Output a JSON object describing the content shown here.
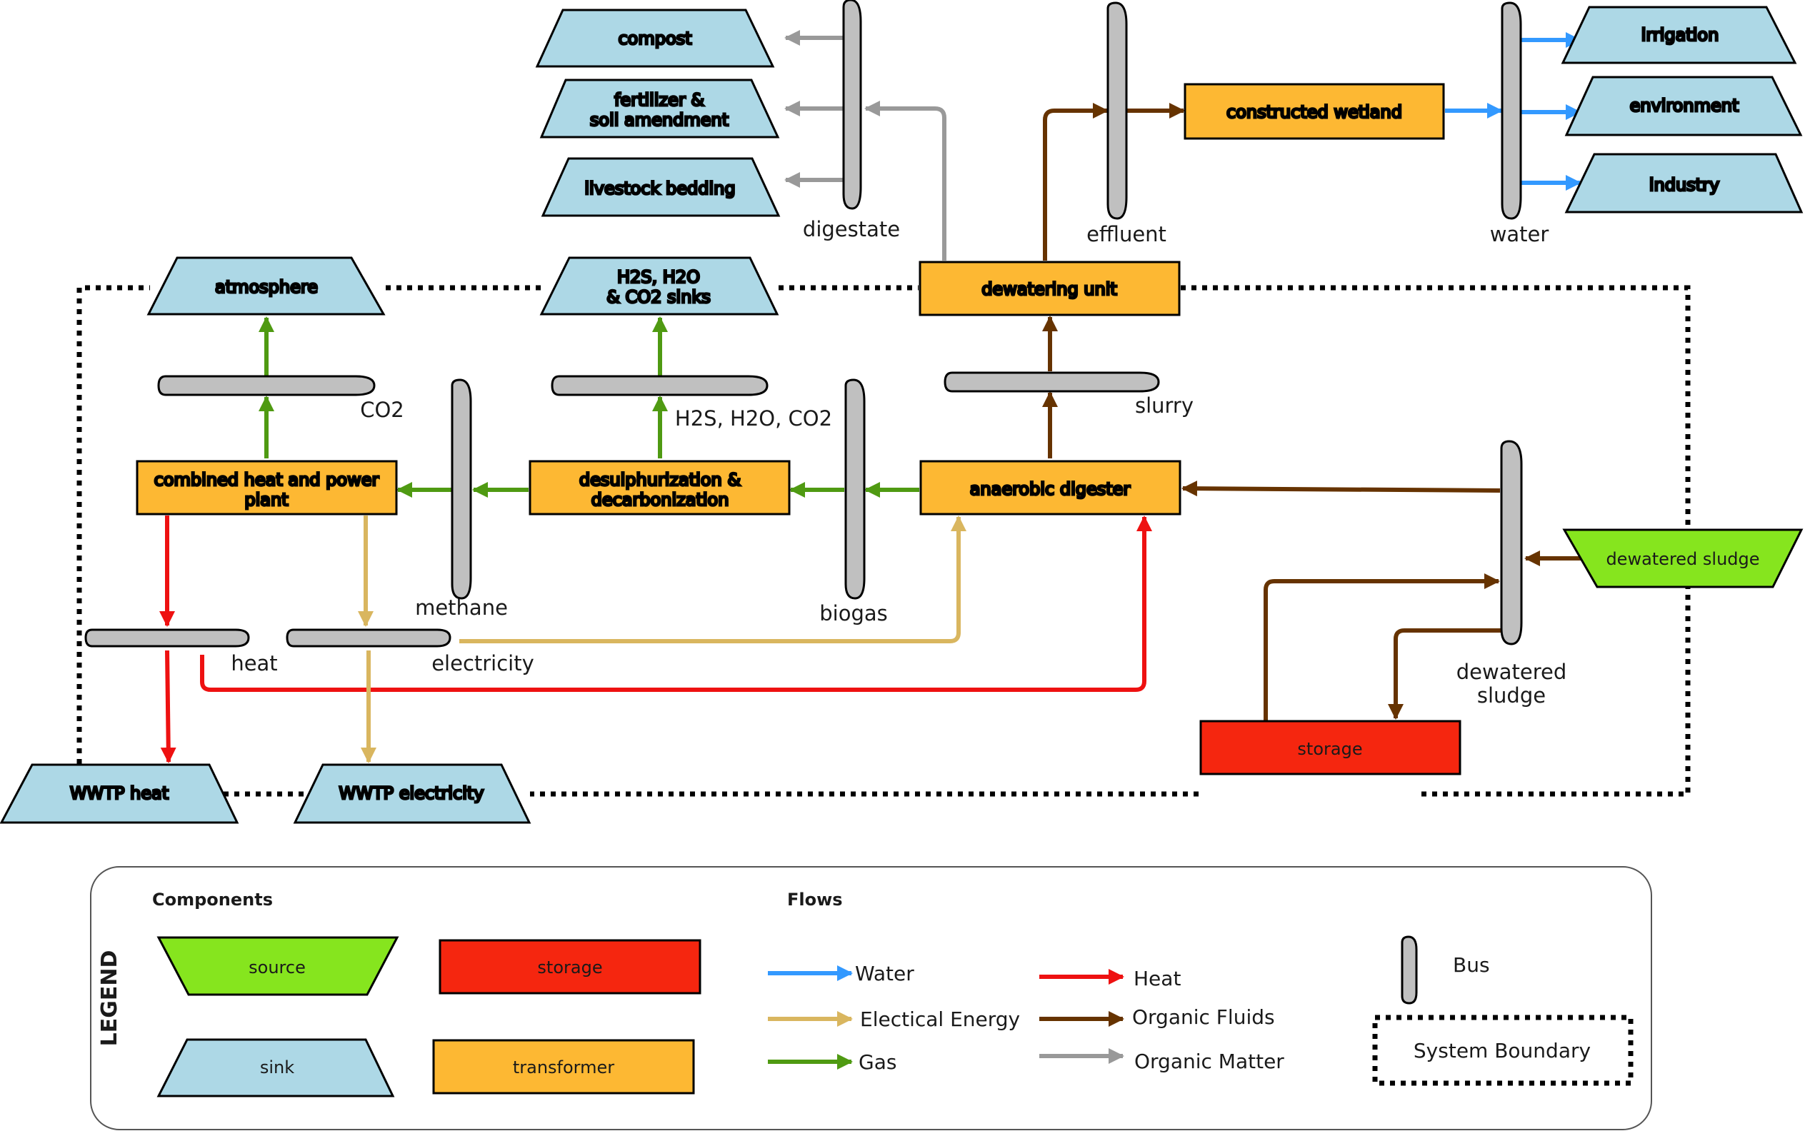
{
  "colors": {
    "sink": "#add8e6",
    "source": "#86e51e",
    "storage": "#f5260f",
    "transformer": "#fdb833",
    "bus": "#c0c0c0",
    "water": "#3399ff",
    "electrical_energy": "#d9b65f",
    "gas": "#4f9a12",
    "heat": "#ee1111",
    "organic_fluids": "#663300",
    "organic_matter": "#999999"
  },
  "sinks": {
    "compost": "compost",
    "fertilizer_1": "fertilizer &",
    "fertilizer_2": "soil amendment",
    "livestock_bedding": "livestock bedding",
    "irrigation": "irrigation",
    "environment": "environment",
    "industry": "industry",
    "atmosphere": "atmosphere",
    "h2s_sinks_1": "H2S, H2O",
    "h2s_sinks_2": "& CO2 sinks",
    "wwtp_heat": "WWTP heat",
    "wwtp_electricity": "WWTP electricity"
  },
  "sources": {
    "dewatered_sludge": "dewatered sludge"
  },
  "transformers": {
    "constructed_wetland": "constructed wetland",
    "dewatering_unit": "dewatering unit",
    "chp_1": "combined heat and power",
    "chp_2": "plant",
    "desulph_1": "desulphurization &",
    "desulph_2": "decarbonization",
    "anaerobic_digester": "anaerobic digester"
  },
  "storages": {
    "storage": "storage"
  },
  "buses": {
    "digestate": "digestate",
    "effluent": "effluent",
    "water": "water",
    "co2": "CO2",
    "methane": "methane",
    "h2s_h2o_co2": "H2S, H2O, CO2",
    "biogas": "biogas",
    "slurry": "slurry",
    "heat": "heat",
    "electricity": "electricity",
    "dewatered_sludge_1": "dewatered",
    "dewatered_sludge_2": "sludge"
  },
  "legend": {
    "title": "LEGEND",
    "components_heading": "Components",
    "flows_heading": "Flows",
    "source": "source",
    "storage": "storage",
    "sink": "sink",
    "transformer": "transformer",
    "water": "Water",
    "electrical_energy": "Electical Energy",
    "gas": "Gas",
    "heat": "Heat",
    "organic_fluids": "Organic Fluids",
    "organic_matter": "Organic Matter",
    "bus": "Bus",
    "system_boundary": "System Boundary"
  }
}
